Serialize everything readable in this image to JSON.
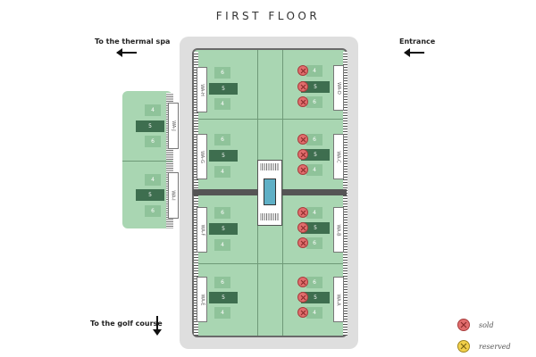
{
  "title": "FIRST FLOOR",
  "directions": {
    "thermal_spa": "To the thermal spa",
    "entrance": "Entrance",
    "golf_course": "To the golf course"
  },
  "colors": {
    "sold": "#e16d6d",
    "reserved": "#f2d04a",
    "floor": "#a9d6b2",
    "unit_tile": "#8fc39a",
    "unit_tile_dark": "#3e6e4f"
  },
  "units": [
    {
      "id": "WA-H",
      "tiles": [
        "6",
        "5",
        "4"
      ],
      "sold": []
    },
    {
      "id": "WA-G",
      "tiles": [
        "6",
        "5",
        "4"
      ],
      "sold": []
    },
    {
      "id": "WA-F",
      "tiles": [
        "6",
        "5",
        "4"
      ],
      "sold": []
    },
    {
      "id": "WA-E",
      "tiles": [
        "6",
        "5",
        "4"
      ],
      "sold": []
    },
    {
      "id": "WA-D",
      "tiles": [
        "4",
        "5",
        "6"
      ],
      "sold": [
        "4",
        "5",
        "6"
      ]
    },
    {
      "id": "WA-C",
      "tiles": [
        "6",
        "5",
        "4"
      ],
      "sold": [
        "6",
        "5",
        "4"
      ]
    },
    {
      "id": "WA-B",
      "tiles": [
        "4",
        "5",
        "6"
      ],
      "sold": [
        "4",
        "5",
        "6"
      ]
    },
    {
      "id": "WA-A",
      "tiles": [
        "6",
        "5",
        "4"
      ],
      "sold": [
        "6",
        "5",
        "4"
      ]
    },
    {
      "id": "WA-J",
      "tiles": [
        "4",
        "5",
        "6"
      ],
      "sold": []
    },
    {
      "id": "WA-I",
      "tiles": [
        "4",
        "5",
        "6"
      ],
      "sold": []
    }
  ],
  "legend": [
    {
      "label": "sold",
      "icon": "sold-icon"
    },
    {
      "label": "reserved",
      "icon": "reserved-icon"
    }
  ]
}
